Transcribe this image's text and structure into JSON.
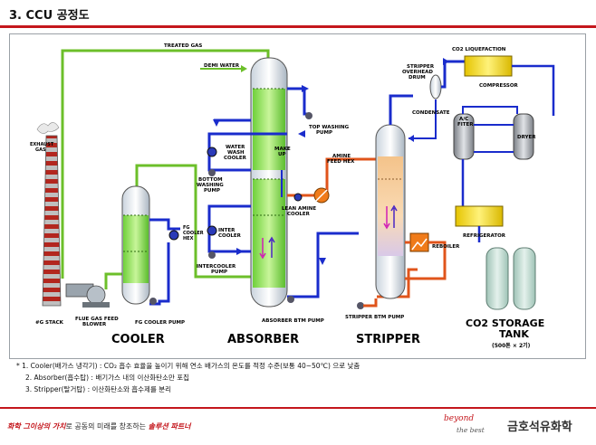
{
  "page_title": "3. CCU 공정도",
  "labels": {
    "treated_gas": "TREATED GAS",
    "co2_liquefaction": "CO2 LIQUEFACTION",
    "demi_water": "DEMI WATER",
    "stripper_overhead_drum": [
      "STRIPPER",
      "OVERHEAD",
      "DRUM"
    ],
    "compressor": "COMPRESSOR",
    "condensate": "CONDENSATE",
    "top_washing_pump": [
      "TOP WASHING",
      "PUMP"
    ],
    "exhaust_gas": [
      "EXHAUST",
      "GAS"
    ],
    "water_wash_cooler": [
      "WATER",
      "WASH",
      "COOLER"
    ],
    "ac_filter": [
      "A/C",
      "FITER"
    ],
    "dryer": "DRYER",
    "bottom_washing_pump": [
      "BOTTOM",
      "WASHING",
      "PUMP"
    ],
    "make_up": [
      "MAKE",
      "UP"
    ],
    "amine_feed_hex": [
      "AMINE",
      "FEED HEX"
    ],
    "lean_amine_cooler": [
      "LEAN AMINE",
      "COOLER"
    ],
    "fg_cooler_hex": [
      "FG",
      "COOLER",
      "HEX"
    ],
    "inter_cooler": [
      "INTER",
      "COOLER"
    ],
    "refrigerator": "REFRIGERATOR",
    "reboiler": "REBOILER",
    "intercooler_pump": [
      "INTERCOOLER",
      "PUMP"
    ],
    "fg_stack": "#G STACK",
    "flue_gas_feed_blower": [
      "FLUE GAS FEED",
      "BLOWER"
    ],
    "fg_cooler_pump": "FG COOLER PUMP",
    "absorber_btm_pump": "ABSORBER BTM PUMP",
    "stripper_btm_pump": "STRIPPER BTM PUMP",
    "storage_tank": [
      "CO2  STORAGE",
      "TANK"
    ],
    "storage_capacity": "(500톤 × 2기)"
  },
  "section_titles": {
    "cooler": "COOLER",
    "absorber": "ABSORBER",
    "stripper": "STRIPPER"
  },
  "notes": [
    "* 1. Cooler(배가스 냉각기) : CO₂ 흡수 효율을 높이기 위해 연소 배가스의 온도를 적정 수준(보통 40~50℃) 으로 낮춤",
    "2. Absorber(흡수탑) : 배기가스 내의 이산화탄소만 포집",
    "3. Stripper(탈거탑) : 이산화탄소와 흡수제를 분리"
  ],
  "footer": {
    "slogan_em1": "화학 그이상의 가치",
    "slogan_mid": "로 공동의 미래를 창조하는 ",
    "slogan_em2": "솔루션 파트너",
    "brand_line1": "beyond",
    "brand_line2": "the best",
    "company": "금호석유화학"
  },
  "colors": {
    "accent": "#c4161c",
    "gas_line": "#6cbf2a",
    "amine_line": "#1a2ccc",
    "hot_line": "#e0541b",
    "co2_line": "#1f4fae"
  }
}
